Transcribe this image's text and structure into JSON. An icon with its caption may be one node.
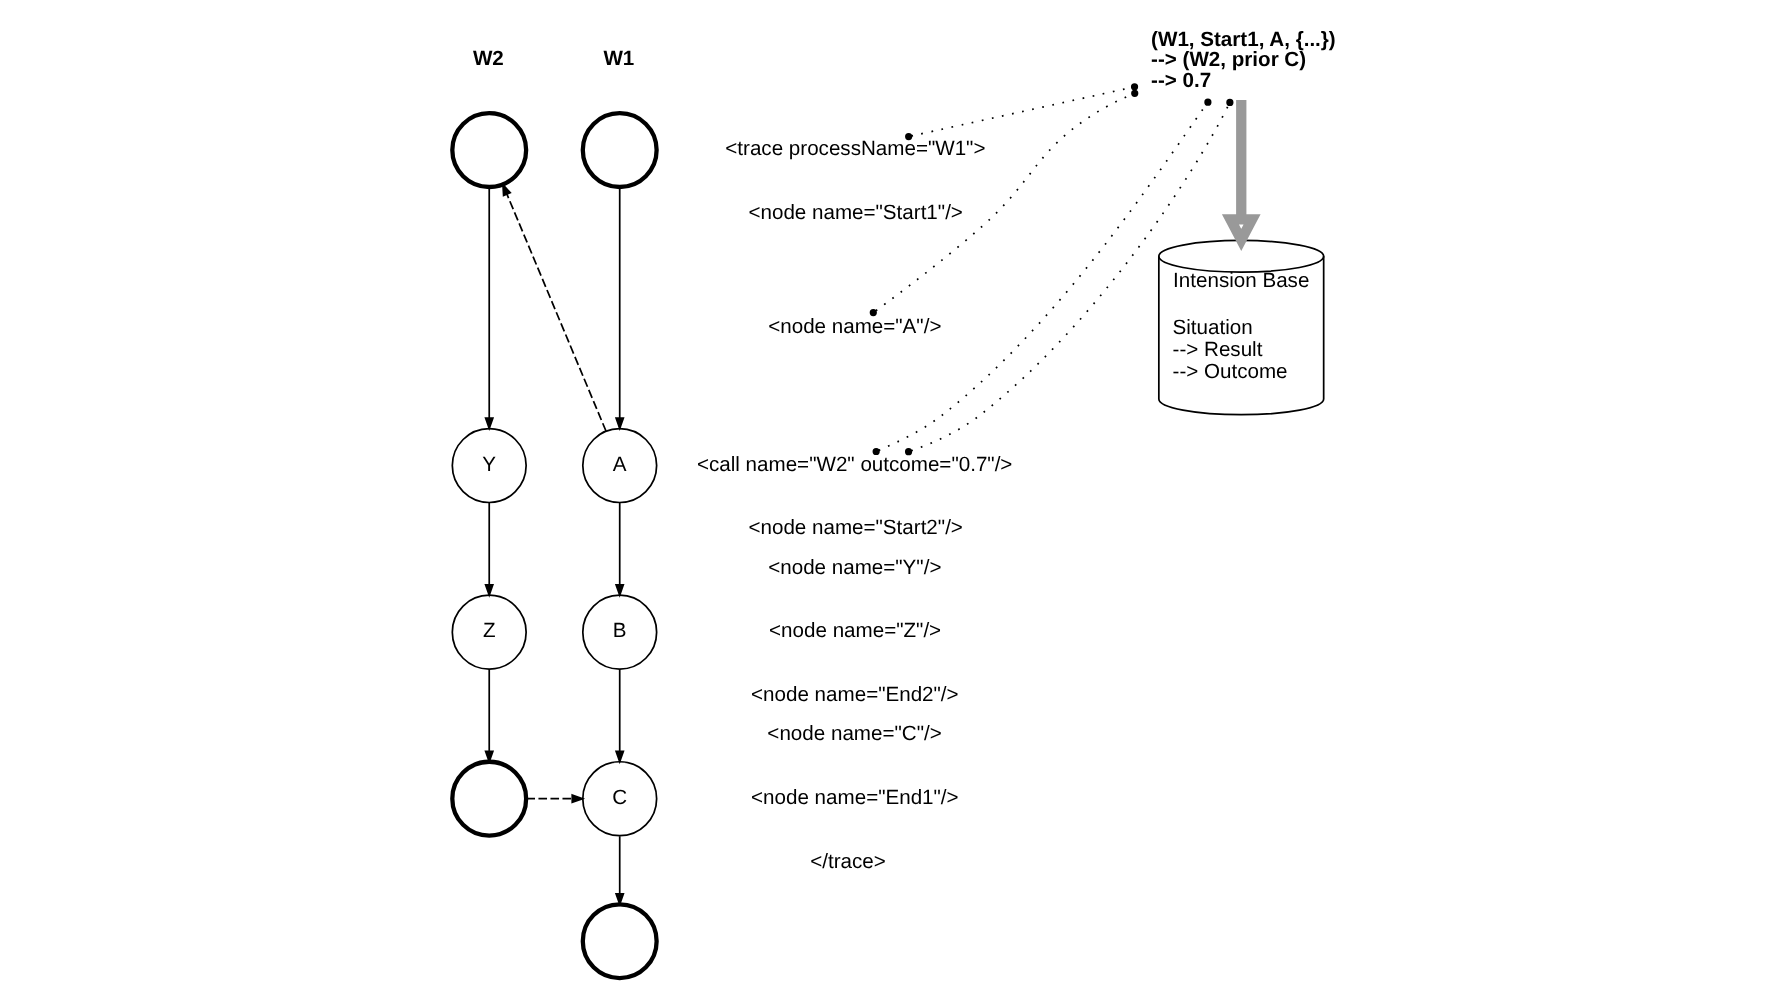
{
  "diagram": {
    "nodes": [
      {
        "text": [],
        "shape": "circle"
      },
      {
        "text": [
          "A"
        ]
      },
      {
        "text": [
          "B"
        ]
      },
      {
        "text": [
          "C"
        ]
      },
      {
        "text": [],
        "shape": "circle"
      },
      {
        "text": [],
        "shape": "circle"
      },
      {
        "text": [
          "Y"
        ]
      },
      {
        "text": [
          "Z"
        ]
      },
      {
        "text": [],
        "shape": "circle"
      },
      {
        "text": [
          "<trace processName=\"W1\">"
        ]
      },
      {
        "text": [
          "<node name=\"Start1\"/>"
        ]
      },
      {
        "text": [
          "<node name=\"A\"/>"
        ]
      },
      {
        "text": [
          "<call name=\"W2\" outcome=\"0.7\"/>"
        ]
      },
      {
        "text": [
          "<node name=\"Start2\"/>"
        ]
      },
      {
        "text": [
          "<node name=\"Y\"/>"
        ]
      },
      {
        "text": [
          "<node name=\"Z\"/>"
        ]
      },
      {
        "text": [
          "<node name=\"End2\"/>"
        ]
      },
      {
        "text": [
          "<node name=\"C\"/>"
        ]
      },
      {
        "text": [
          "<node name=\"End1\"/>"
        ]
      },
      {
        "text": [
          "</trace>"
        ]
      },
      {
        "text": [
          "(W1, Start1, A, {...})",
          "--> (W2, prior C)",
          "--> 0.7"
        ]
      },
      {
        "text": [
          "Intension Base",
          "Situation",
          "--> Result",
          "--> Outcome"
        ]
      }
    ],
    "edges": [
      {
        "from": 0,
        "to": 1,
        "arrow": "to"
      },
      {
        "from": 1,
        "to": 2,
        "arrow": "to"
      },
      {
        "from": 2,
        "to": 3,
        "arrow": "to"
      },
      {
        "from": 3,
        "to": 4,
        "arrow": "to"
      },
      {
        "from": 5,
        "to": 6,
        "arrow": "to"
      },
      {
        "from": 6,
        "to": 7,
        "arrow": "to"
      },
      {
        "from": 7,
        "to": 8,
        "arrow": "to"
      },
      {
        "from": 1,
        "to": 5,
        "arrow": "to",
        "style": "dashed"
      },
      {
        "from": 8,
        "to": 3,
        "arrow": "to",
        "style": "dashed"
      },
      {
        "from": 9,
        "to": 20,
        "arrow": "other",
        "style": "dashed"
      },
      {
        "from": 11,
        "to": 20,
        "arrow": "other",
        "style": "dashed"
      },
      {
        "from": 12,
        "to": 20,
        "arrow": "other",
        "style": "dashed"
      },
      {
        "from": 12,
        "to": 20,
        "arrow": "other",
        "style": "dashed"
      },
      {
        "from": 20,
        "to": 21,
        "arrow": "to",
        "style": "thick",
        "color": "#999999"
      }
    ],
    "labels": [
      "W1",
      "W2"
    ]
  }
}
